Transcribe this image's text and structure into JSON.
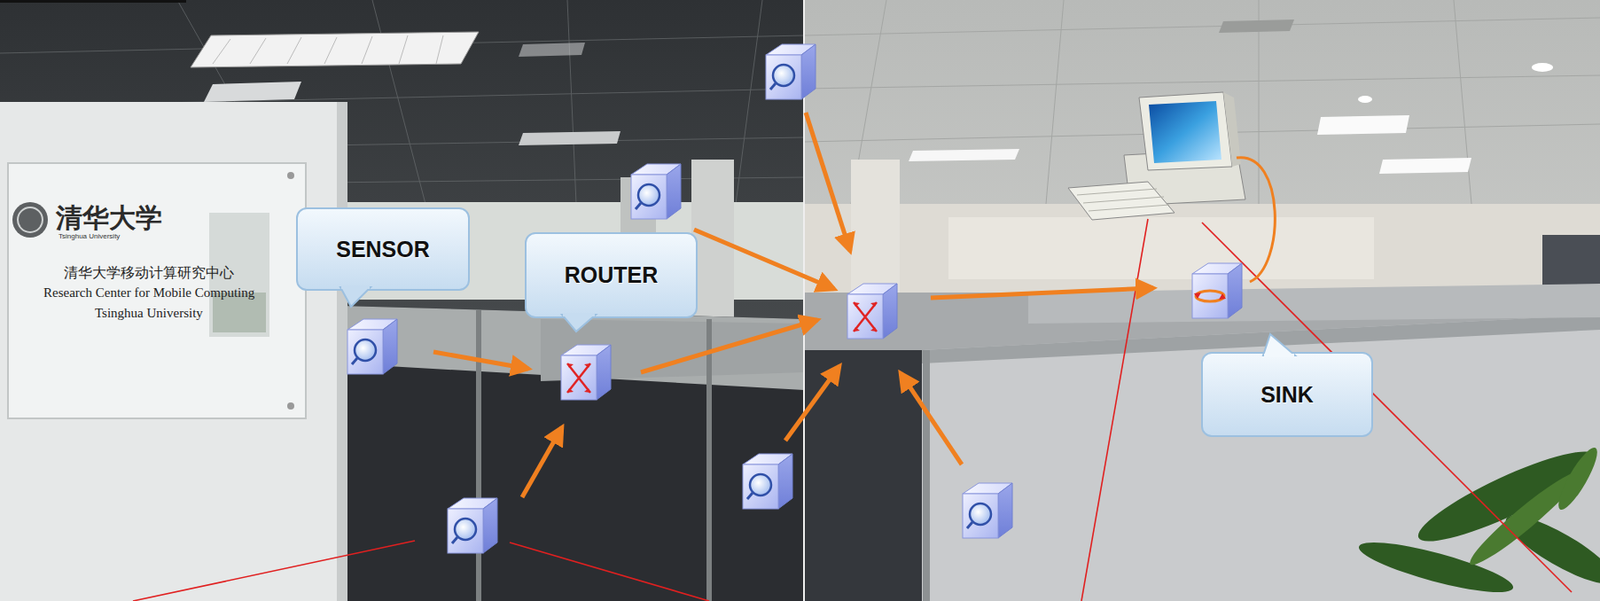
{
  "diagram": {
    "nodes": [
      {
        "text": [
          "SENSOR"
        ]
      },
      {
        "text": [
          "ROUTER"
        ]
      },
      {
        "text": [
          "SINK"
        ]
      }
    ],
    "labels": [
      "清华大学",
      "Tsinghua University",
      "清华大学移动计算研究中心",
      "Research Center for Mobile Computing",
      "Tsinghua University"
    ]
  }
}
